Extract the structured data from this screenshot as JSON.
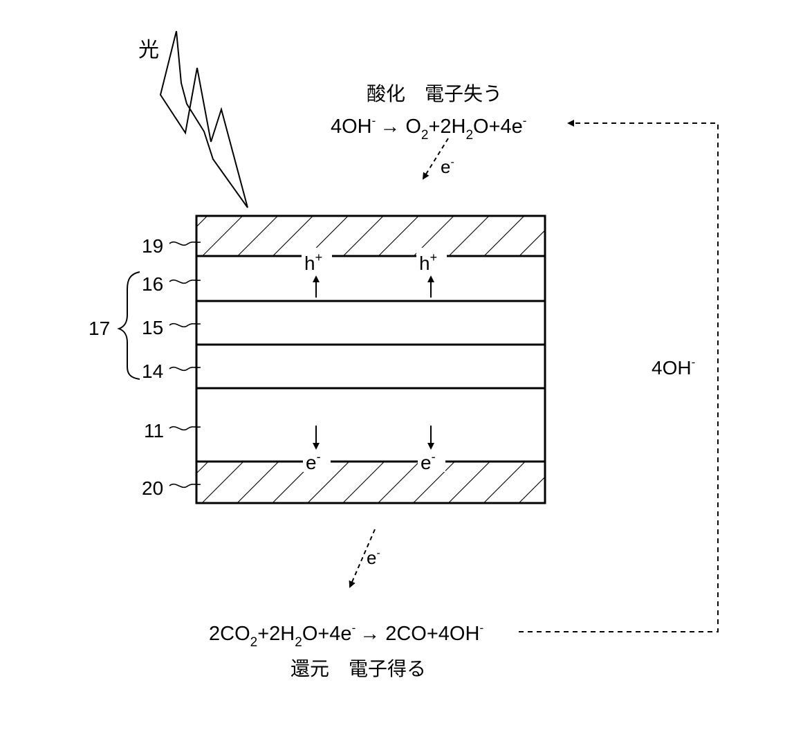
{
  "light_label": "光",
  "oxidation": {
    "heading": "酸化　電子失う",
    "eq_part1": "4OH",
    "eq_part1_sup": "-",
    "arrow": "→",
    "eq_o": "O",
    "eq_o_sub": "2",
    "eq_mid": "+2H",
    "eq_h_sub": "2",
    "eq_tail": "O+4e",
    "eq_tail_sup": "-"
  },
  "electron_top": {
    "base": "e",
    "sup": "-"
  },
  "electron_bottom": {
    "base": "e",
    "sup": "-"
  },
  "hole_label": {
    "base": "h",
    "sup": "+"
  },
  "layer_electron": {
    "base": "e",
    "sup": "-"
  },
  "side_label": {
    "base": "4OH",
    "sup": "-"
  },
  "layers": {
    "l19": "19",
    "l16": "16",
    "l15": "15",
    "l14": "14",
    "l11": "11",
    "l20": "20",
    "group17": "17"
  },
  "reduction": {
    "heading": "還元　電子得る",
    "p1": "2CO",
    "p1_sub": "2",
    "p2": "+2H",
    "p2_sub": "2",
    "p3": "O+4e",
    "p3_sup": "-",
    "arrow": "→",
    "p4": "2CO+4OH",
    "p4_sup": "-"
  }
}
